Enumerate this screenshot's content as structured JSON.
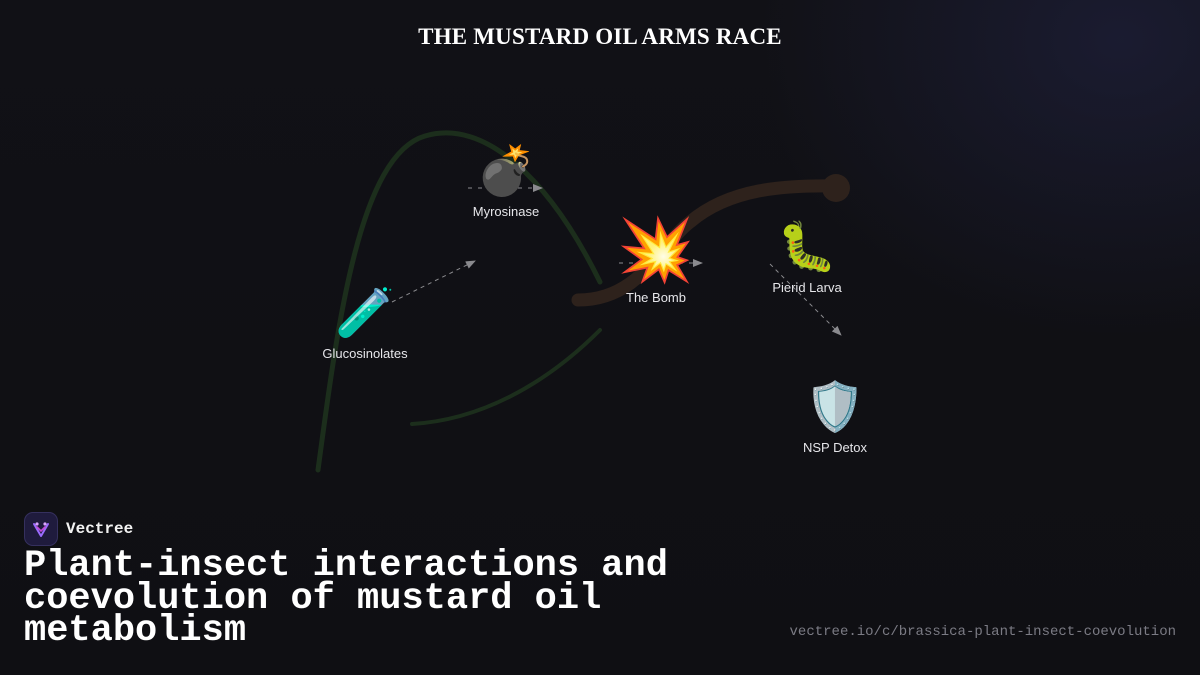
{
  "title": "THE MUSTARD OIL ARMS RACE",
  "nodes": [
    {
      "id": "glucosinolates",
      "label": "Glucosinolates",
      "icon": "test-tube-icon",
      "glyph": "🧪"
    },
    {
      "id": "myrosinase",
      "label": "Myrosinase",
      "icon": "bomb-icon",
      "glyph": "💣"
    },
    {
      "id": "bomb",
      "label": "The Bomb",
      "icon": "explosion-icon",
      "glyph": "💥"
    },
    {
      "id": "pierid-larva",
      "label": "Pierid Larva",
      "icon": "caterpillar-icon",
      "glyph": "🐛"
    },
    {
      "id": "nsp-detox",
      "label": "NSP Detox",
      "icon": "shield-icon",
      "glyph": "🛡️"
    }
  ],
  "edges": [
    {
      "from": "glucosinolates",
      "to": "myrosinase"
    },
    {
      "from": "myrosinase",
      "to": "bomb"
    },
    {
      "from": "bomb",
      "to": "pierid-larva"
    },
    {
      "from": "pierid-larva",
      "to": "nsp-detox"
    }
  ],
  "colors": {
    "plant_stem": "#1c2e1c",
    "insect_path": "#2e221c",
    "arrow": "#8a8a8e",
    "background": "#101014"
  },
  "brand": {
    "name": "Vectree",
    "icon": "vectree-logo-icon"
  },
  "headline": "Plant-insect interactions and coevolution of mustard oil metabolism",
  "url": "vectree.io/c/brassica-plant-insect-coevolution"
}
